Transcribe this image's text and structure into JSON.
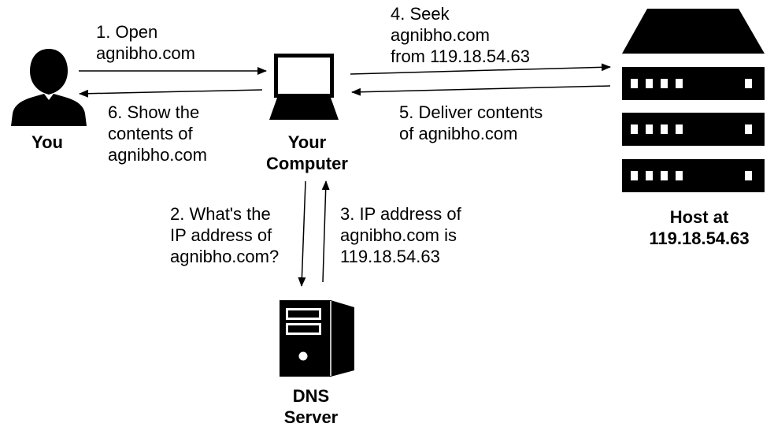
{
  "nodes": {
    "you": {
      "label": "You"
    },
    "computer": {
      "label": [
        "Your",
        "Computer"
      ]
    },
    "host": {
      "label": [
        "Host at",
        "119.18.54.63"
      ]
    },
    "dns": {
      "label": [
        "DNS",
        "Server"
      ]
    }
  },
  "steps": [
    {
      "lines": [
        "1. Open",
        "agnibho.com"
      ]
    },
    {
      "lines": [
        "2. What's the",
        "IP address of",
        "agnibho.com?"
      ]
    },
    {
      "lines": [
        "3. IP address of",
        "agnibho.com is",
        "119.18.54.63"
      ]
    },
    {
      "lines": [
        "4. Seek",
        "agnibho.com",
        "from 119.18.54.63"
      ]
    },
    {
      "lines": [
        "5. Deliver contents",
        "of agnibho.com"
      ]
    },
    {
      "lines": [
        "6. Show the",
        "contents of",
        "agnibho.com"
      ]
    }
  ],
  "colors": {
    "ink": "#000000",
    "background": "#ffffff"
  },
  "icons": [
    "person-icon",
    "laptop-icon",
    "server-rack-icon",
    "server-tower-icon"
  ]
}
